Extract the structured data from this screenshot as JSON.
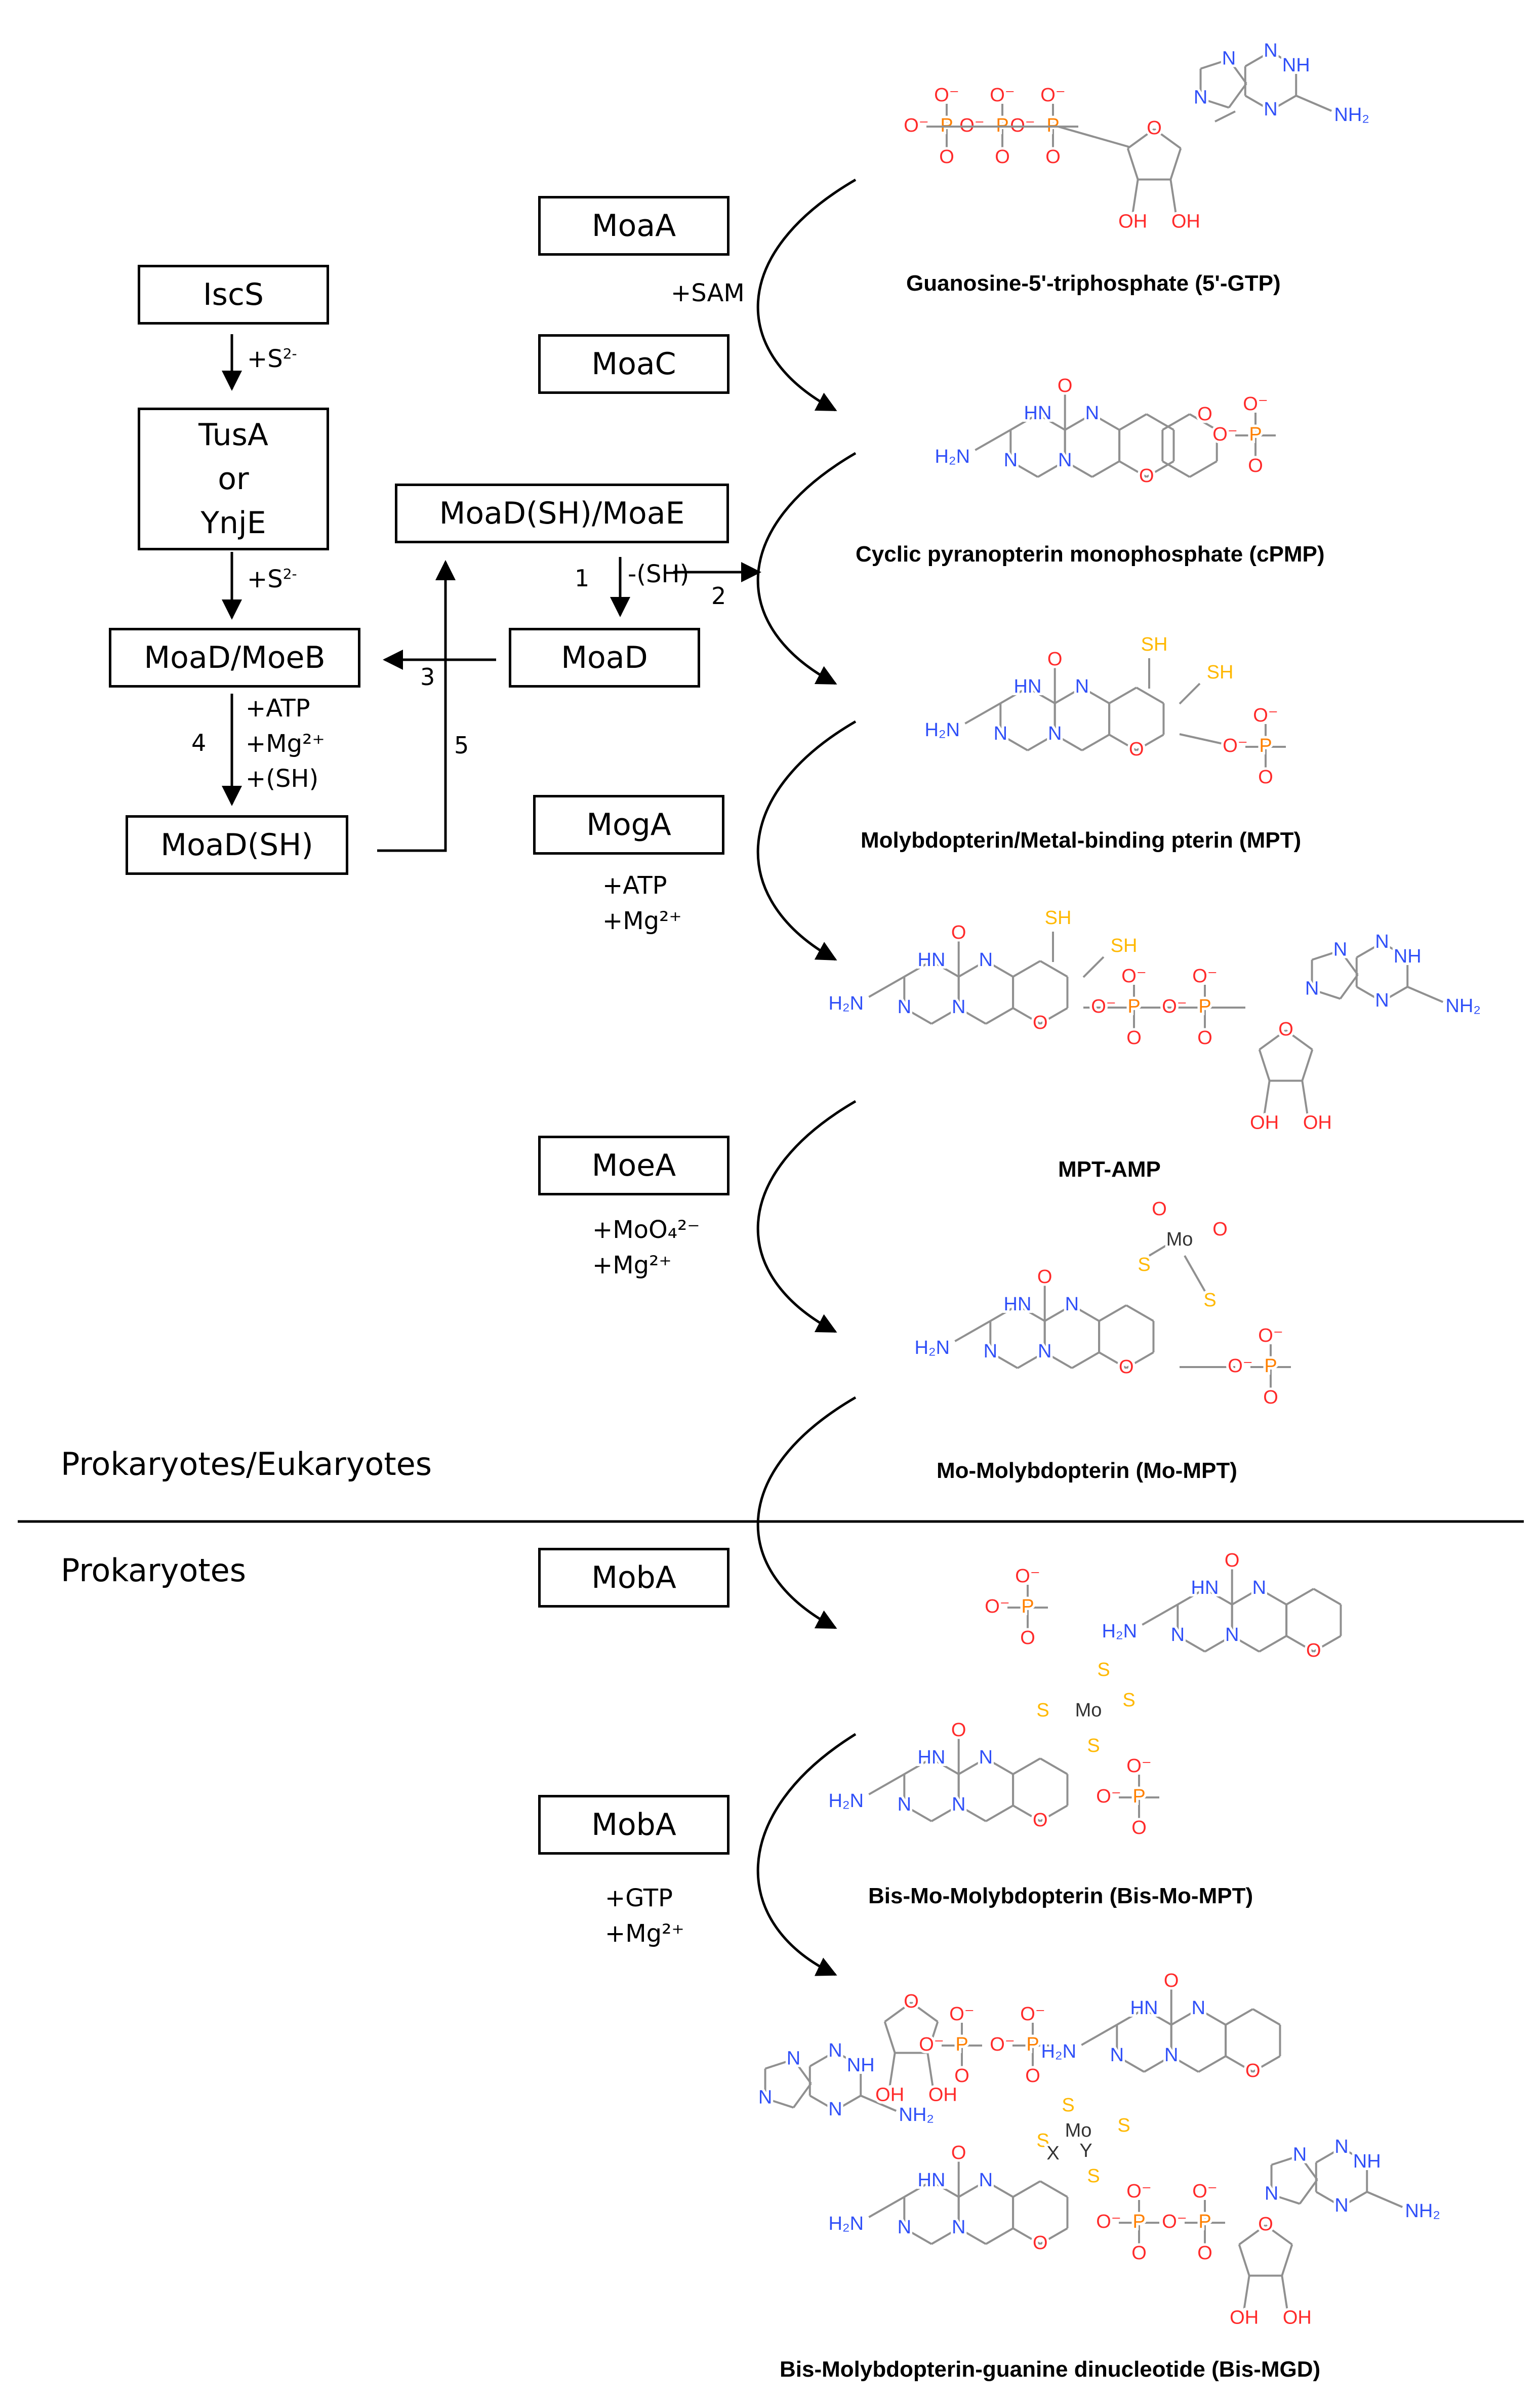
{
  "proteins": {
    "iscs": "IscS",
    "tusa": "TusA\nor\nYnjE",
    "moad_moeb": "MoaD/MoeB",
    "moad_sh": "MoaD(SH)",
    "moad_sh_moae": "MoaD(SH)/MoaE",
    "moad": "MoaD",
    "moaa": "MoaA",
    "moac": "MoaC",
    "moga": "MogA",
    "moea": "MoeA",
    "moba1": "MobA",
    "moba2": "MobA"
  },
  "cofactors": {
    "s2_a": "+S",
    "s2_b": "+S",
    "s2_sup": "2-",
    "atp_mg_sh": "+ATP\n+Mg²⁺\n+(SH)",
    "minus_sh": "-(SH)",
    "sam": "+SAM",
    "atp_mg": "+ATP\n+Mg²⁺",
    "moo4_mg": "+MoO₄²⁻\n+Mg²⁺",
    "gtp_mg": "+GTP\n+Mg²⁺"
  },
  "steps": {
    "s1": "1",
    "s2": "2",
    "s3": "3",
    "s4": "4",
    "s5": "5"
  },
  "sections": {
    "top": "Prokaryotes/Eukaryotes",
    "bottom": "Prokaryotes"
  },
  "molecules": [
    {
      "id": "gtp",
      "name": "Guanosine-5'-triphosphate (5'-GTP)"
    },
    {
      "id": "cpmp",
      "name": "Cyclic pyranopterin monophosphate (cPMP)"
    },
    {
      "id": "mpt",
      "name": "Molybdopterin/Metal-binding pterin (MPT)"
    },
    {
      "id": "mpt_amp",
      "name": "MPT-AMP"
    },
    {
      "id": "mo_mpt",
      "name": "Mo-Molybdopterin (Mo-MPT)"
    },
    {
      "id": "bis_mo_mpt",
      "name": "Bis-Mo-Molybdopterin (Bis-Mo-MPT)"
    },
    {
      "id": "bis_mgd",
      "name": "Bis-Molybdopterin-guanine dinucleotide (Bis-MGD)"
    }
  ],
  "atoms": {
    "O": "O",
    "Ominus": "O⁻",
    "P": "P",
    "N": "N",
    "NH": "NH",
    "HN": "HN",
    "NH2": "NH₂",
    "H2N": "H₂N",
    "SH": "SH",
    "S": "S",
    "Mo": "Mo",
    "OH": "OH",
    "X": "X",
    "Y": "Y"
  },
  "colors": {
    "oxygen": "#ff2a2a",
    "phosphorus": "#ff8000",
    "nitrogen": "#3050f8",
    "sulfur": "#ffb800",
    "carbon": "#909090",
    "line": "#000000"
  }
}
